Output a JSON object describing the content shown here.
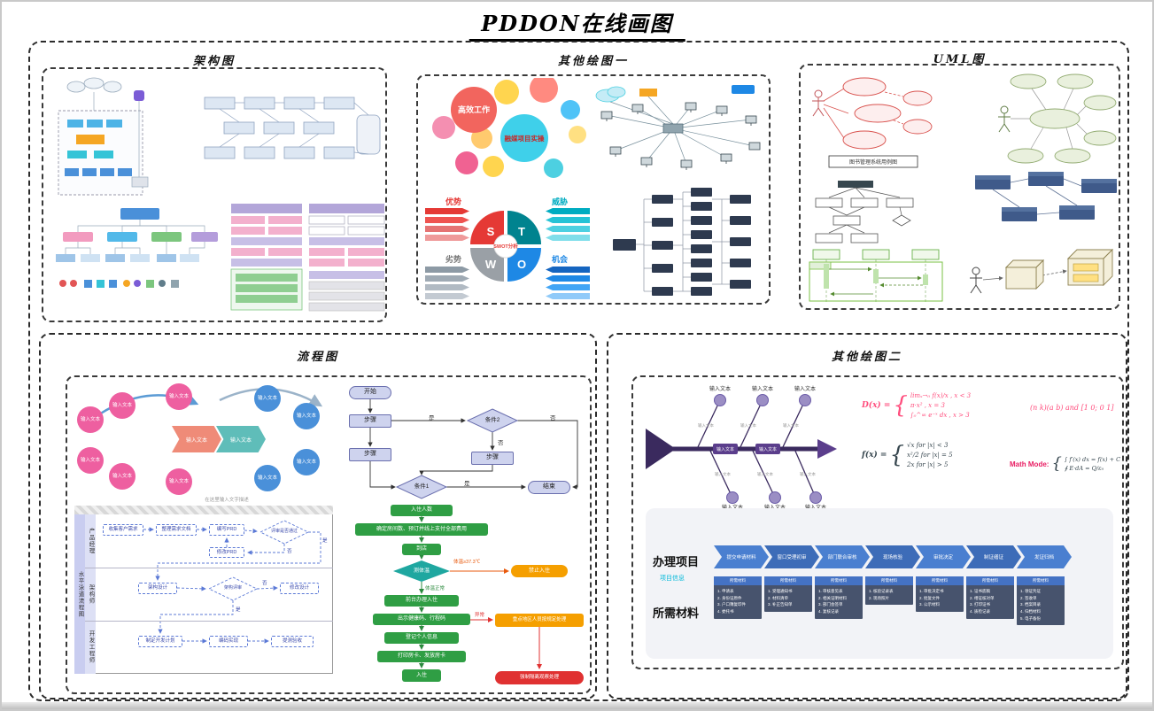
{
  "page": {
    "title": "PDDON在线画图"
  },
  "placeholder": "输入文本",
  "panels": {
    "arch": {
      "title": "架构图"
    },
    "other1": {
      "title": "其他绘图一"
    },
    "uml": {
      "title": "UML图"
    },
    "flow": {
      "title": "流程图"
    },
    "other2": {
      "title": "其他绘图二"
    }
  },
  "other1": {
    "bubble_main": "高效工作",
    "bubble_secondary": "融媒项目实操",
    "swot": {
      "s": "S",
      "t": "T",
      "w": "W",
      "o": "O",
      "center": "SWOT分析",
      "strengths": "优势",
      "threats": "威胁",
      "weaknesses": "劣势",
      "opportunities": "机会"
    }
  },
  "uml": {
    "usecase_label": "图书管理系统用例图"
  },
  "flow": {
    "rings": {
      "caption": "在这里输入文字描述"
    },
    "chart": {
      "start": "开始",
      "step": "步骤",
      "cond1": "条件1",
      "cond2": "条件2",
      "end": "结束",
      "yes": "是",
      "no": "否"
    },
    "swimlane": {
      "title": "水平泳道流程图",
      "lane1": "产品经理",
      "lane2": "架构师",
      "lane3": "开发工程师",
      "n1": "收集客户需求",
      "n2": "整理需求文档",
      "n3": "编写PRD",
      "d1": "评审是否通过",
      "n4": "修改PRD",
      "n5": "架构设计",
      "d2": "架构评审",
      "n6": "修改设计",
      "n7": "制定开发计划",
      "n8": "编码实现",
      "n9": "提测验收"
    },
    "green": {
      "n1": "入住人数",
      "n2": "确定房间数、预订并线上支付全部费用",
      "n3": "到店",
      "d1": "测体温",
      "hot": "体温≥37.3℃",
      "deny": "禁止入住",
      "normal": "体温正常",
      "n4": "前台办理入住",
      "n5": "出示健康码、行程码",
      "abnormal": "异常",
      "o2": "重点地区人员按规定处理",
      "r1": "强制隔离观察处理",
      "n6": "登记个人信息",
      "n7": "打印房卡、发放房卡",
      "n8": "入住"
    }
  },
  "other2": {
    "math": {
      "brace": "{",
      "f1_head": "D(x) =",
      "f1_cases": "limₓ→₀ f(x)∕x ,   x < 3\nπ·x² ,   x = 3\n∫₀^∞ e⁻ˣ dx ,   x > 3",
      "f2": "(n k)(a b)  and  [1 0; 0 1]",
      "f3_head": "f(x) =",
      "f3_cases": "√x    for |x| < 3\nx²∕2   for |x| = 5\n2x    for |x| > 5",
      "f4_label": "Math Mode:",
      "f4_cases": "∫ f′(x) dx = f(x) + C\n∮ E·dA = Q∕ε₀"
    },
    "process": {
      "lhs_title": "办理项目",
      "lhs_sub": "项目信息",
      "lhs_materials": "所需材料",
      "col_header": "所需材料",
      "stages": [
        "提交申请材料",
        "窗口受理初审",
        "部门联合审核",
        "现场核验",
        "审批决定",
        "制证缮证",
        "发证归档"
      ],
      "columns": [
        "1. 申请表\n2. 身份证原件\n3. 户口簿复印件\n4. 委托书",
        "1. 受理通知书\n2. 材料清单\n3. 补正告知单",
        "1. 审核意见表\n2. 相关证明材料\n3. 部门会签单\n4. 复核记录",
        "1. 核验记录表\n2. 现场照片",
        "1. 审批决定书\n2. 批复文件\n3. 公示材料",
        "1. 证书底稿\n2. 缮证核对单\n3. 打印证书\n4. 质检记录",
        "1. 领证凭证\n2. 签收单\n3. 档案目录\n4. 归档材料\n5. 电子备份"
      ]
    }
  }
}
